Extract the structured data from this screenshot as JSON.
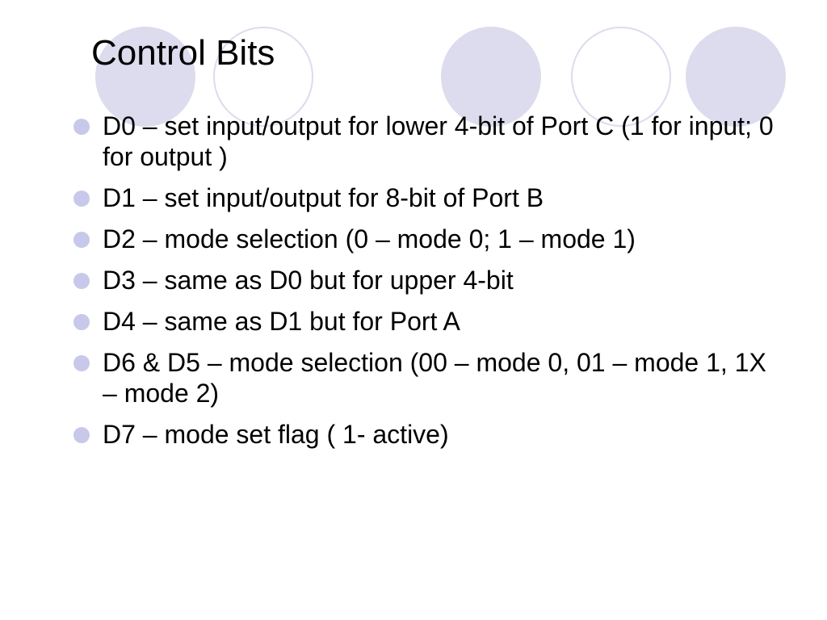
{
  "slide": {
    "title": "Control Bits",
    "accent_color": "#dcdcee",
    "bullet_color": "#c8c8ea",
    "bullets": [
      {
        "text": "D0 – set input/output for lower 4-bit of Port C (1 for input; 0 for output )"
      },
      {
        "text": "D1 – set input/output for 8-bit of Port B"
      },
      {
        "text": "D2 – mode selection (0 – mode 0; 1 – mode 1)"
      },
      {
        "text": "D3 – same as D0 but for upper 4-bit"
      },
      {
        "text": "D4 – same as D1 but for Port A"
      },
      {
        "text": "D6 & D5 – mode selection (00 – mode 0, 01 – mode 1, 1X – mode 2)"
      },
      {
        "text": "D7 – mode set flag ( 1- active)"
      }
    ]
  }
}
